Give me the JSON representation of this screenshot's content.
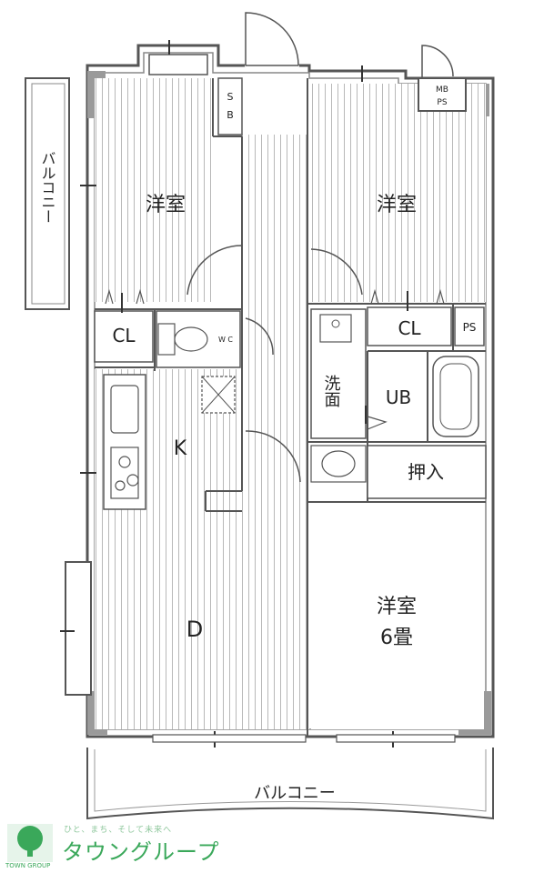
{
  "rooms": {
    "western_room_upper_left": "洋室",
    "western_room_upper_right": "洋室",
    "western_room_lower_right": "洋室",
    "western_room_lower_right_size": "6畳",
    "closet_left": "CL",
    "closet_right": "CL",
    "pipe_space_right": "PS",
    "toilet_label": "W C",
    "kitchen": "K",
    "dining": "D",
    "washroom": "洗面",
    "unit_bath": "UB",
    "storage": "押入",
    "shoe_box": "S B",
    "meter_box": "MB",
    "meter_ps": "PS",
    "balcony_side": "バルコニー",
    "balcony_bottom": "バルコニー"
  },
  "logo": {
    "name": "タウングループ",
    "tagline": "ひと、まち、そして未来へ",
    "small": "TOWN GROUP"
  },
  "colors": {
    "wall": "#9a9a9a",
    "wall_dark": "#555555",
    "floor_line": "#b8b8b8",
    "logo": "#3aa85a"
  }
}
